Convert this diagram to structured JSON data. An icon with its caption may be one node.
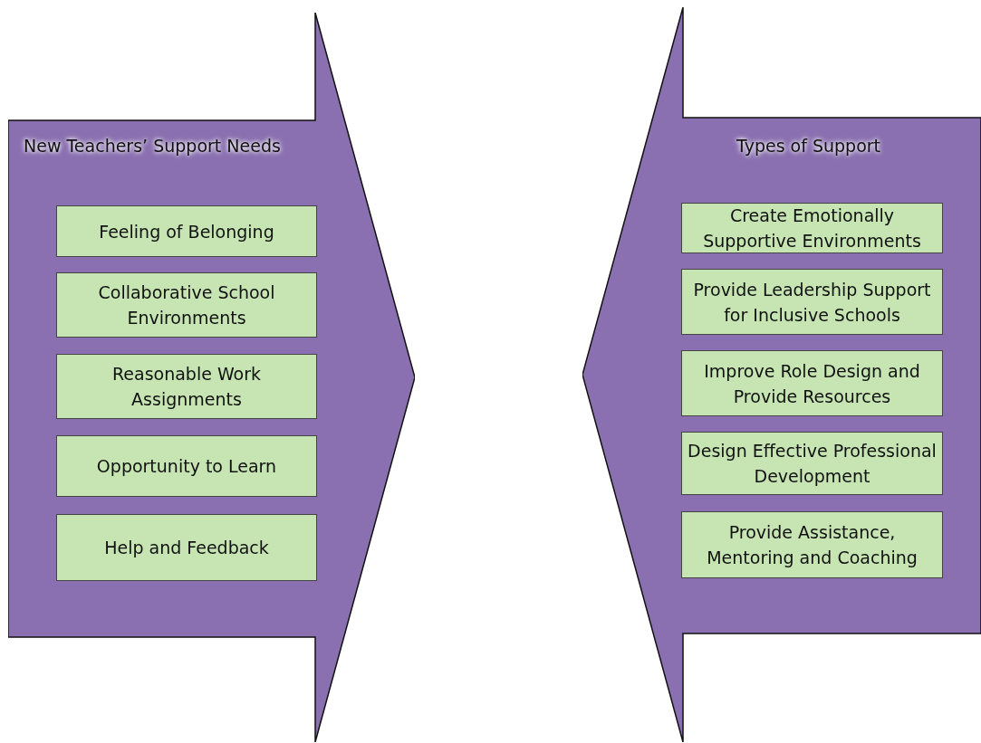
{
  "diagram": {
    "nodes": [
      {
        "text": [
          "New Teachers’ Support Needs"
        ]
      },
      {
        "text": [
          "Feeling of Belonging"
        ],
        "in": 0
      },
      {
        "text": [
          "Collaborative School Environments"
        ],
        "in": 0
      },
      {
        "text": [
          "Reasonable Work Assignments"
        ],
        "in": 0
      },
      {
        "text": [
          "Opportunity to Learn"
        ],
        "in": 0
      },
      {
        "text": [
          "Help and Feedback"
        ],
        "in": 0
      },
      {
        "text": [
          "Types of Support"
        ]
      },
      {
        "text": [
          "Create Emotionally Supportive Environments"
        ],
        "in": 6
      },
      {
        "text": [
          "Provide Leadership Support for Inclusive Schools"
        ],
        "in": 6
      },
      {
        "text": [
          "Improve Role Design and Provide Resources"
        ],
        "in": 6
      },
      {
        "text": [
          "Design Effective Professional Development"
        ],
        "in": 6
      },
      {
        "text": [
          "Provide Assistance, Mentoring and Coaching"
        ],
        "in": 6
      }
    ],
    "edges": []
  }
}
